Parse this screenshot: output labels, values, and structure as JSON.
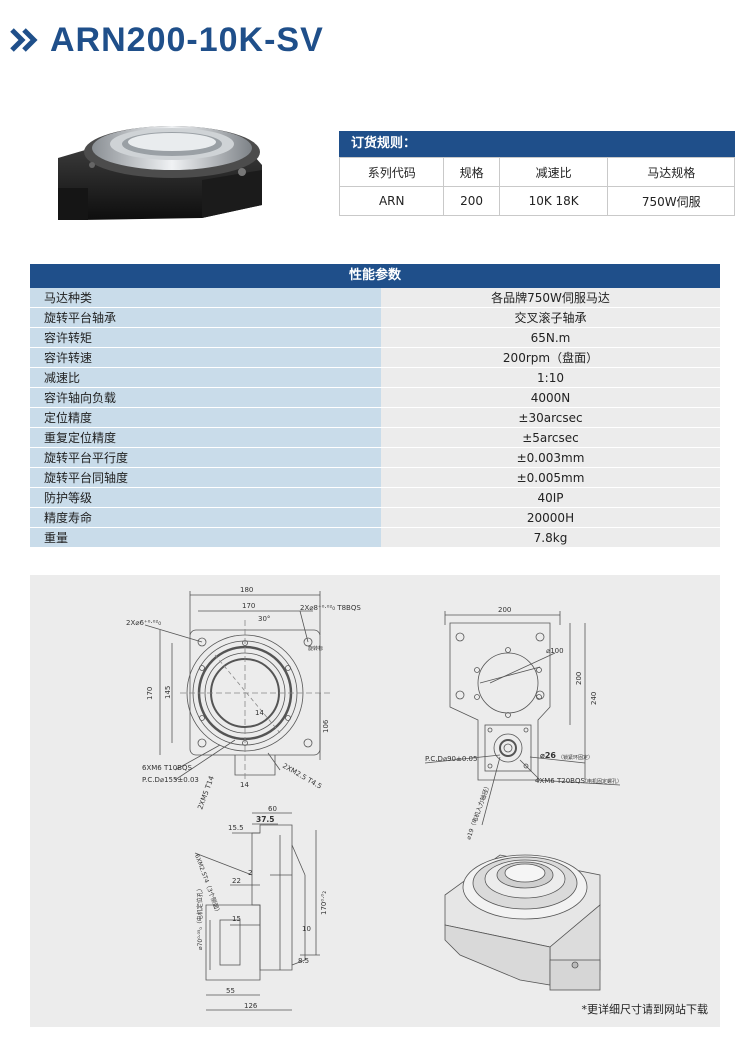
{
  "header": {
    "title": "ARN200-10K-SV",
    "accent_color": "#1f4f8a"
  },
  "order": {
    "heading": "订货规则：",
    "columns": [
      "系列代码",
      "规格",
      "减速比",
      "马达规格"
    ],
    "values": [
      "ARN",
      "200",
      "10K 18K",
      "750W伺服"
    ]
  },
  "spec": {
    "heading": "性能参数",
    "rows": [
      {
        "label": "马达种类",
        "value": "各品牌750W伺服马达"
      },
      {
        "label": "旋转平台轴承",
        "value": "交叉滚子轴承"
      },
      {
        "label": "容许转矩",
        "value": "65N.m"
      },
      {
        "label": "容许转速",
        "value": "200rpm（盘面）"
      },
      {
        "label": "减速比",
        "value": "1:10"
      },
      {
        "label": "容许轴向负载",
        "value": "4000N"
      },
      {
        "label": "定位精度",
        "value": "±30arcsec"
      },
      {
        "label": "重复定位精度",
        "value": "±5arcsec"
      },
      {
        "label": "旋转平台平行度",
        "value": "±0.003mm"
      },
      {
        "label": "旋转平台同轴度",
        "value": "±0.005mm"
      },
      {
        "label": "防护等级",
        "value": "40IP"
      },
      {
        "label": "精度寿命",
        "value": "20000H"
      },
      {
        "label": "重量",
        "value": "7.8kg"
      }
    ]
  },
  "drawing": {
    "front": {
      "d180": "180",
      "d170": "170",
      "angle": "30°",
      "hole_top": "2X⌀8⁺⁰·⁰²₀ T8BQS",
      "hole_left": "2X⌀6⁺⁰·⁰²₀",
      "mark": "旋转标",
      "h170": "170",
      "h145": "145",
      "d14": "14",
      "d106": "106",
      "tap_left": "6XM6 T10BQS",
      "pcd": "P.C.D⌀155±0.03",
      "tap_bottom": "2XM5 T14",
      "tap_right": "2XM2.5 T4.5",
      "d14b": "14"
    },
    "motor": {
      "w200": "200",
      "dia100": "⌀100",
      "h200": "200",
      "h240": "240",
      "pcd": "P.C.D⌀90±0.05",
      "dia26": "⌀26",
      "dia26_note": "（锁紧环固定）",
      "tap": "4XM6 T20BQS",
      "tap_note": "（电机固定螺孔）",
      "dia19": "⌀19（电机入力轴径）"
    },
    "side": {
      "d60": "60",
      "d375": "37.5",
      "d155": "15.5",
      "tap": "6XM2.5T4（3个侧面）",
      "d22": "22",
      "d2": "2",
      "d70": "⌀70⁰·⁰⁵₀（电机定位孔）",
      "d15": "15",
      "d170": "170⁰·⁰₂",
      "d10": "10",
      "d85": "8.5",
      "d55": "55",
      "d126": "126"
    },
    "note": "*更详细尺寸请到网站下载"
  }
}
